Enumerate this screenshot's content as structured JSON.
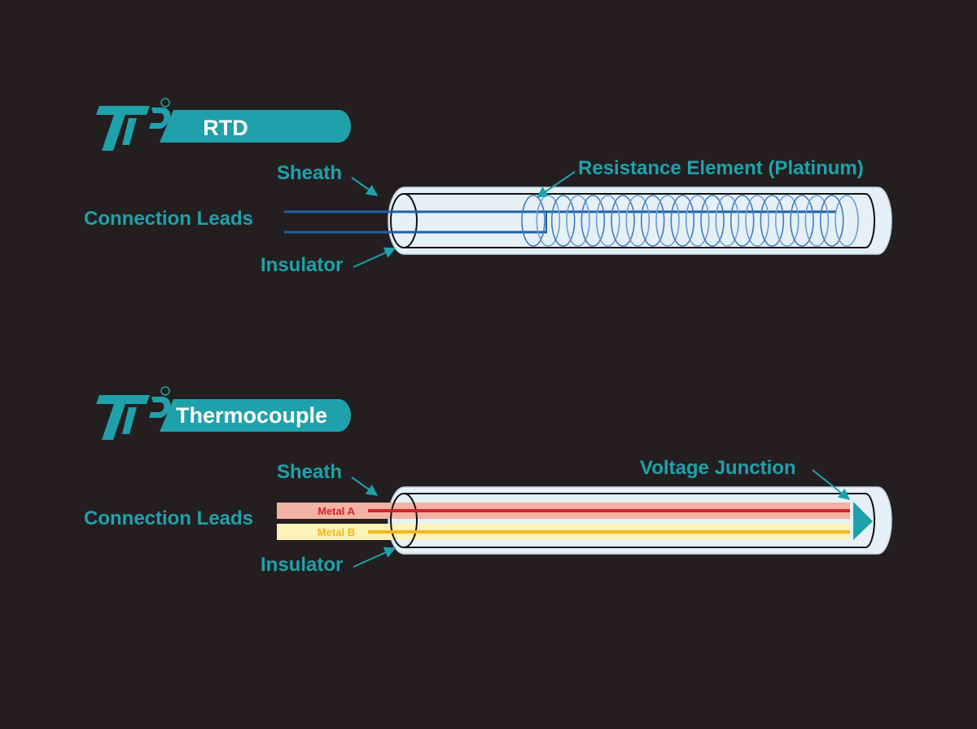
{
  "colors": {
    "background": "#231f20",
    "accent": "#1fa1ab",
    "title_text": "#ffffff",
    "sheath_fill": "#e6f0f7",
    "wire_blue": "#1f5fa6",
    "coil_blue": "#3d7cc2",
    "metal_a": "#d0242b",
    "metal_a_band": "#f2b2a4",
    "metal_b": "#f7b51c",
    "metal_b_band": "#fdf3b8"
  },
  "rtd": {
    "title": "RTD",
    "labels": {
      "sheath": "Sheath",
      "connection_leads": "Connection Leads",
      "insulator": "Insulator",
      "resistance_element": "Resistance Element (Platinum)"
    }
  },
  "thermocouple": {
    "title": "Thermocouple",
    "labels": {
      "sheath": "Sheath",
      "connection_leads": "Connection Leads",
      "insulator": "Insulator",
      "voltage_junction": "Voltage Junction",
      "metal_a": "Metal A",
      "metal_b": "Metal B"
    }
  }
}
